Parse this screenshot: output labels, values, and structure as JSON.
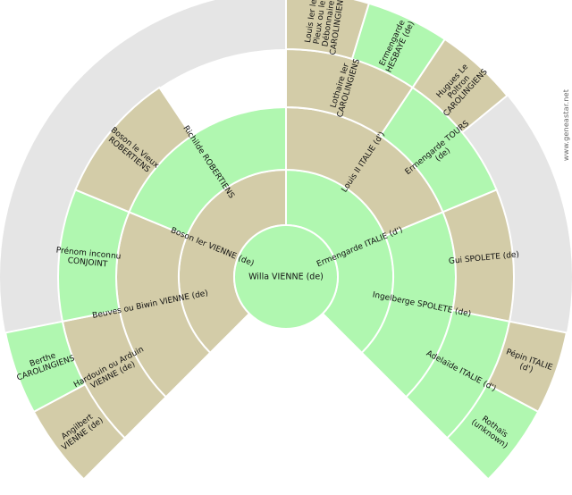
{
  "watermark": "www.geneastar.net",
  "colors": {
    "background": "#ffffff",
    "empty": "#e5e5e5",
    "male": "#d3cca8",
    "female": "#b0f7b0",
    "separator": "#ffffff"
  },
  "root": {
    "name": "Willa VIENNE (de)",
    "sex": "F"
  },
  "rings": [
    [
      {
        "name": "Boson Ier VIENNE (de)",
        "sex": "M"
      },
      {
        "name": "Ermengarde ITALIE (d')",
        "sex": "F"
      }
    ],
    [
      {
        "name": "Beuves ou Biwin VIENNE (de)",
        "sex": "M"
      },
      {
        "name": "Richilde ROBERTIENS",
        "sex": "F"
      },
      {
        "name": "Louis II ITALIE (d')",
        "sex": "M"
      },
      {
        "name": "Ingelberge SPOLETE (de)",
        "sex": "F"
      }
    ],
    [
      {
        "name": "Hardouin ou Arduin VIENNE (de)",
        "sex": "M"
      },
      {
        "name": "Prénom inconnu CONJOINT",
        "sex": "F"
      },
      {
        "name": "Boson le Vieux ROBERTIENS",
        "sex": "M"
      },
      {
        "name": "",
        "sex": ""
      },
      {
        "name": "Lothaire Ier CAROLINGIENS",
        "sex": "M"
      },
      {
        "name": "Ermengarde TOURS (de)",
        "sex": "F"
      },
      {
        "name": "Gui SPOLETE (de)",
        "sex": "M"
      },
      {
        "name": "Adelaïde ITALIE (d')",
        "sex": "F"
      }
    ],
    [
      {
        "name": "Angilbert VIENNE (de)",
        "sex": "M"
      },
      {
        "name": "Berthe CAROLINGIENS",
        "sex": "F"
      },
      {
        "name": "",
        "sex": ""
      },
      {
        "name": "",
        "sex": ""
      },
      {
        "name": "",
        "sex": ""
      },
      {
        "name": "",
        "sex": ""
      },
      {
        "name": "",
        "sex": ""
      },
      {
        "name": "",
        "sex": ""
      },
      {
        "name": "Louis Ier le Pieux ou le Débonnaire CAROLINGIENS",
        "sex": "M"
      },
      {
        "name": "Ermengarde HESBAYE (de)",
        "sex": "F"
      },
      {
        "name": "Hugues Le Poltron CAROLINGIENS",
        "sex": "M"
      },
      {
        "name": "",
        "sex": ""
      },
      {
        "name": "",
        "sex": ""
      },
      {
        "name": "",
        "sex": ""
      },
      {
        "name": "Pépin ITALIE (d')",
        "sex": "M"
      },
      {
        "name": "Rothaïs (unknown)",
        "sex": "F"
      }
    ]
  ]
}
